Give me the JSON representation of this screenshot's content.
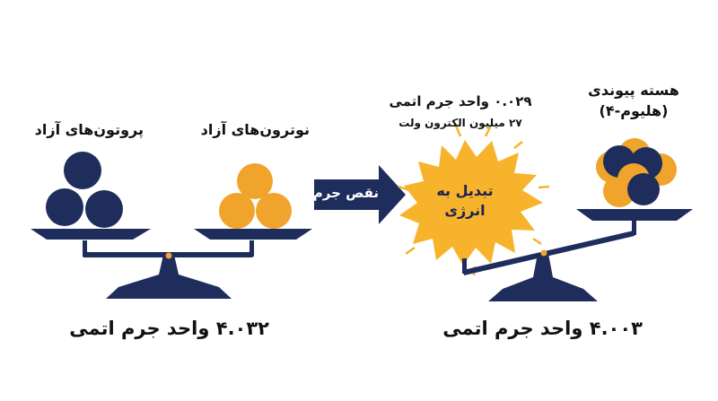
{
  "colors": {
    "navy": "#1f2d5c",
    "orange": "#f0a42b",
    "yellow": "#f7b32b",
    "text": "#111111"
  },
  "left": {
    "protons_label": "پروتون‌های آزاد",
    "neutrons_label": "نوترون‌های آزاد",
    "mass_text": "۴.۰۳۲ واحد جرم اتمی"
  },
  "arrow": {
    "label": "نقص جرم"
  },
  "burst": {
    "line1": "تبدیل به",
    "line2": "انرژی",
    "mass_defect": "۰.۰۲۹ واحد جرم اتمی",
    "energy": "۲۷ میلیون الکترون ولت"
  },
  "right": {
    "nucleus_label_1": "هسته پیوندی",
    "nucleus_label_2": "(هلیوم-۴)",
    "mass_text": "۴.۰۰۳ واحد جرم اتمی"
  }
}
